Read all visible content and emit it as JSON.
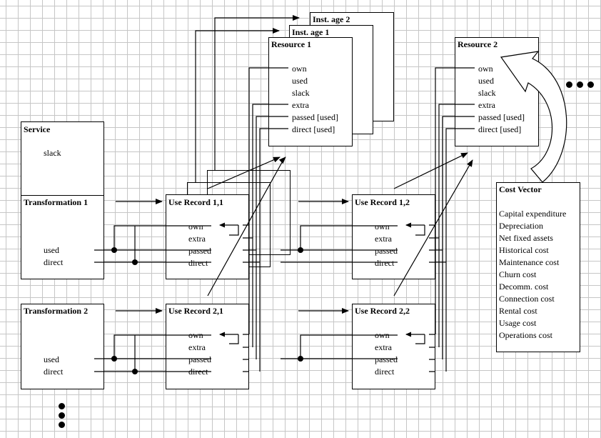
{
  "inst_age_2": {
    "title": "Inst. age 2"
  },
  "inst_age_1": {
    "title": "Inst. age 1"
  },
  "resource1": {
    "title": "Resource 1",
    "fields": [
      "own",
      "used",
      "slack",
      "extra",
      "passed [used]",
      "direct [used]"
    ]
  },
  "resource2": {
    "title": "Resource 2",
    "fields": [
      "own",
      "used",
      "slack",
      "extra",
      "passed [used]",
      "direct [used]"
    ]
  },
  "service": {
    "title": "Service",
    "fields": [
      "slack"
    ]
  },
  "transformation1": {
    "title": "Transformation 1",
    "fields": [
      "used",
      "direct"
    ]
  },
  "transformation2": {
    "title": "Transformation 2",
    "fields": [
      "used",
      "direct"
    ]
  },
  "use_record_11": {
    "title": "Use Record 1,1",
    "fields": [
      "own",
      "extra",
      "passed",
      "direct"
    ]
  },
  "use_record_12": {
    "title": "Use Record 1,2",
    "fields": [
      "own",
      "extra",
      "passed",
      "direct"
    ]
  },
  "use_record_21": {
    "title": "Use Record 2,1",
    "fields": [
      "own",
      "extra",
      "passed",
      "direct"
    ]
  },
  "use_record_22": {
    "title": "Use Record 2,2",
    "fields": [
      "own",
      "extra",
      "passed",
      "direct"
    ]
  },
  "cost_vector": {
    "title": "Cost Vector",
    "items": [
      "Capital expenditure",
      "Depreciation",
      "Net fixed assets",
      "Historical cost",
      "Maintenance cost",
      "Churn cost",
      "Decomm. cost",
      "Connection cost",
      "Rental cost",
      "Usage cost",
      "Operations cost"
    ]
  }
}
